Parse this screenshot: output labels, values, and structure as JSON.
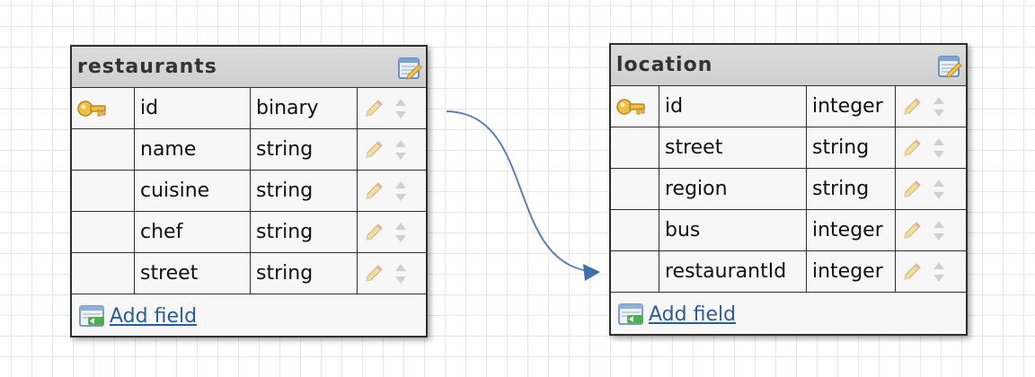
{
  "tables": [
    {
      "name": "restaurants",
      "fields": [
        {
          "name": "id",
          "type": "binary",
          "primary_key": true
        },
        {
          "name": "name",
          "type": "string",
          "primary_key": false
        },
        {
          "name": "cuisine",
          "type": "string",
          "primary_key": false
        },
        {
          "name": "chef",
          "type": "string",
          "primary_key": false
        },
        {
          "name": "street",
          "type": "string",
          "primary_key": false
        }
      ],
      "add_field_label": "Add field"
    },
    {
      "name": "location",
      "fields": [
        {
          "name": "id",
          "type": "integer",
          "primary_key": true
        },
        {
          "name": "street",
          "type": "string",
          "primary_key": false
        },
        {
          "name": "region",
          "type": "string",
          "primary_key": false
        },
        {
          "name": "bus",
          "type": "integer",
          "primary_key": false
        },
        {
          "name": "restaurantId",
          "type": "integer",
          "primary_key": false
        }
      ],
      "add_field_label": "Add field"
    }
  ],
  "relation": {
    "from_table": "restaurants",
    "from_field": "id",
    "to_table": "location",
    "to_field": "restaurantId"
  },
  "icons": {
    "primary_key": "key-icon",
    "edit_field": "pencil-icon",
    "reorder": "up-down-arrows-icon",
    "edit_table": "edit-table-icon",
    "add_field": "add-field-icon"
  },
  "colors": {
    "connector": "#5a7fb0",
    "link": "#2a5d96",
    "key": "#e8b830"
  }
}
